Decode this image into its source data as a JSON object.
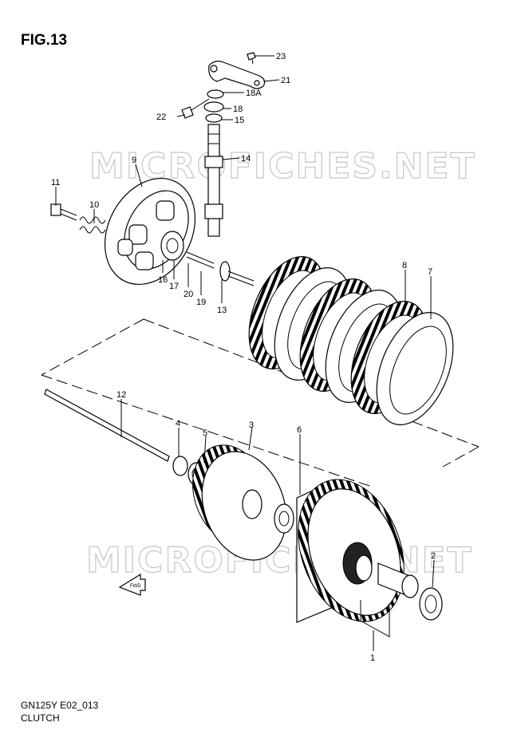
{
  "figure": {
    "title": "FIG.13"
  },
  "watermarks": [
    "MICROFICHES.NET",
    "MICROFICHES.NET"
  ],
  "callouts": [
    {
      "id": "23",
      "label": "23"
    },
    {
      "id": "21",
      "label": "21"
    },
    {
      "id": "18A",
      "label": "18A"
    },
    {
      "id": "18",
      "label": "18"
    },
    {
      "id": "22",
      "label": "22"
    },
    {
      "id": "15",
      "label": "15"
    },
    {
      "id": "14",
      "label": "14"
    },
    {
      "id": "9",
      "label": "9"
    },
    {
      "id": "11",
      "label": "11"
    },
    {
      "id": "10",
      "label": "10"
    },
    {
      "id": "16",
      "label": "16"
    },
    {
      "id": "17",
      "label": "17"
    },
    {
      "id": "20",
      "label": "20"
    },
    {
      "id": "19",
      "label": "19"
    },
    {
      "id": "13",
      "label": "13"
    },
    {
      "id": "8",
      "label": "8"
    },
    {
      "id": "7",
      "label": "7"
    },
    {
      "id": "12",
      "label": "12"
    },
    {
      "id": "4",
      "label": "4"
    },
    {
      "id": "5",
      "label": "5"
    },
    {
      "id": "3",
      "label": "3"
    },
    {
      "id": "6",
      "label": "6"
    },
    {
      "id": "2",
      "label": "2"
    },
    {
      "id": "1",
      "label": "1"
    }
  ],
  "fwd_label": "FWD",
  "footer": {
    "code": "GN125Y E02_013",
    "name": "CLUTCH"
  }
}
